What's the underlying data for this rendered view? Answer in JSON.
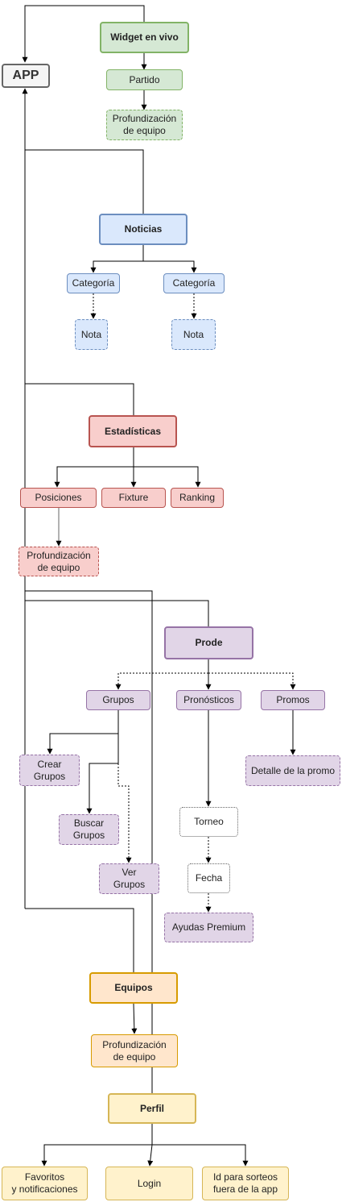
{
  "nodes": {
    "app": "APP",
    "widget": "Widget en vivo",
    "partido": "Partido",
    "prof1": "Profundización\nde equipo",
    "noticias": "Noticias",
    "cat1": "Categoría",
    "cat2": "Categoría",
    "nota1": "Nota",
    "nota2": "Nota",
    "estadisticas": "Estadísticas",
    "posiciones": "Posiciones",
    "fixture": "Fixture",
    "ranking": "Ranking",
    "prof2": "Profundización\nde equipo",
    "prode": "Prode",
    "grupos": "Grupos",
    "pronosticos": "Pronósticos",
    "promos": "Promos",
    "crear": "Crear\nGrupos",
    "buscar": "Buscar\nGrupos",
    "ver": "Ver\nGrupos",
    "detalle": "Detalle de la promo",
    "torneo": "Torneo",
    "fecha": "Fecha",
    "ayudas": "Ayudas Premium",
    "equipos": "Equipos",
    "prof3": "Profundización\nde equipo",
    "perfil": "Perfil",
    "favoritos": "Favoritos\ny notificaciones",
    "login": "Login",
    "sorteos": "Id para sorteos\nfuera de la app"
  },
  "colors": {
    "green_fill": "#d5e8d4",
    "green_stroke": "#82b366",
    "blue_fill": "#dae8fc",
    "blue_stroke": "#6c8ebf",
    "red_fill": "#f8cecc",
    "red_stroke": "#b85450",
    "purple_fill": "#e1d5e7",
    "purple_stroke": "#9673a6",
    "orange_fill": "#ffe6cc",
    "orange_stroke": "#d79b00",
    "yellow_fill": "#fff2cc",
    "yellow_stroke": "#d6b656",
    "edge": "#000000"
  }
}
